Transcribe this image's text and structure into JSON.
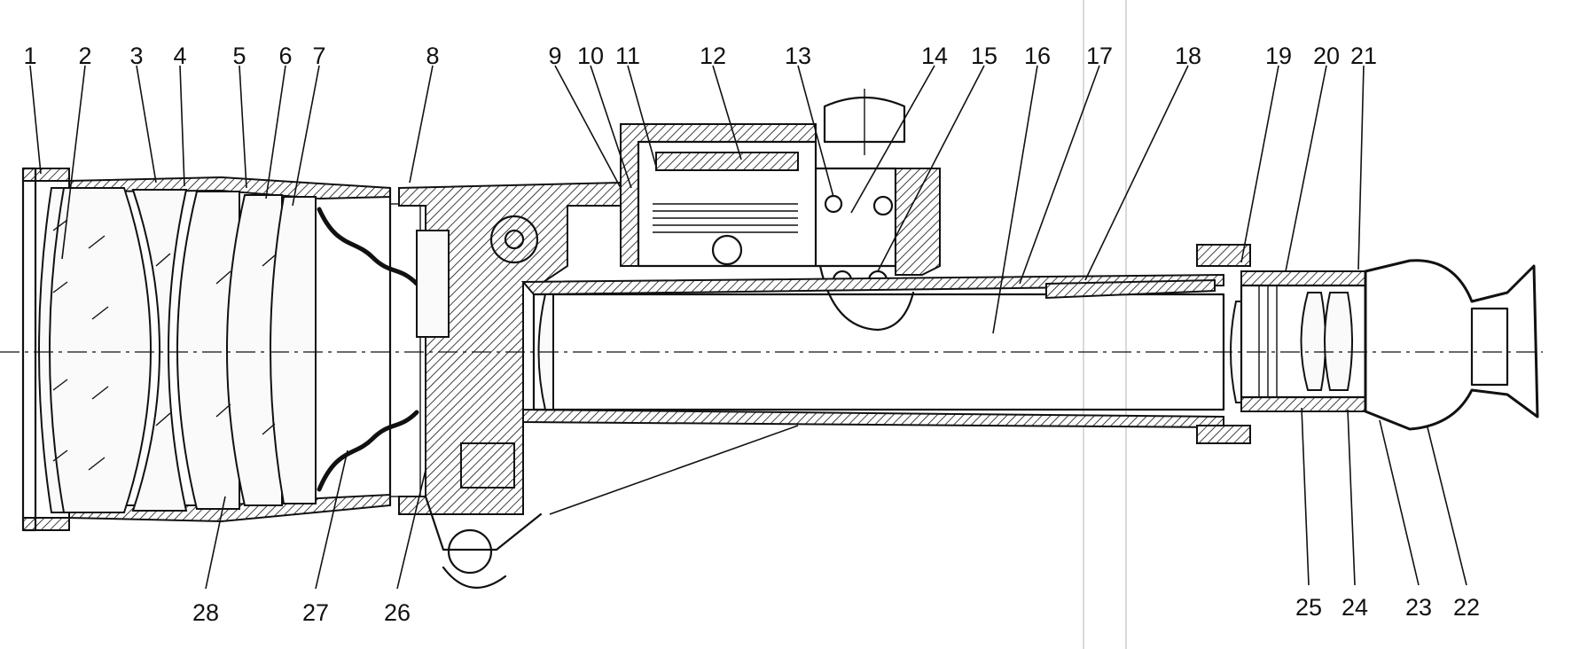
{
  "diagram": {
    "callouts_top": [
      {
        "n": "1"
      },
      {
        "n": "2"
      },
      {
        "n": "3"
      },
      {
        "n": "4"
      },
      {
        "n": "5"
      },
      {
        "n": "6"
      },
      {
        "n": "7"
      },
      {
        "n": "8"
      },
      {
        "n": "9"
      },
      {
        "n": "10"
      },
      {
        "n": "11"
      },
      {
        "n": "12"
      },
      {
        "n": "13"
      },
      {
        "n": "14"
      },
      {
        "n": "15"
      },
      {
        "n": "16"
      },
      {
        "n": "17"
      },
      {
        "n": "18"
      },
      {
        "n": "19"
      },
      {
        "n": "20"
      },
      {
        "n": "21"
      }
    ],
    "callouts_bottom": [
      {
        "n": "28"
      },
      {
        "n": "27"
      },
      {
        "n": "26"
      },
      {
        "n": "25"
      },
      {
        "n": "24"
      },
      {
        "n": "23"
      },
      {
        "n": "22"
      }
    ],
    "colors": {
      "ink": "#111111",
      "paper": "#ffffff"
    }
  }
}
